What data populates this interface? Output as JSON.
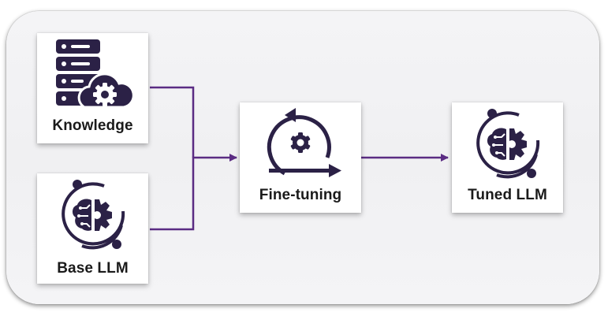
{
  "diagram": {
    "nodes": {
      "knowledge": {
        "label": "Knowledge",
        "icon": "database-gear-icon"
      },
      "base_llm": {
        "label": "Base LLM",
        "icon": "brain-gear-icon"
      },
      "fine_tuning": {
        "label": "Fine-tuning",
        "icon": "cycle-gear-arrow-icon"
      },
      "tuned_llm": {
        "label": "Tuned LLM",
        "icon": "brain-gear-icon"
      }
    },
    "edges": [
      {
        "from": "knowledge",
        "to": "fine_tuning"
      },
      {
        "from": "base_llm",
        "to": "fine_tuning"
      },
      {
        "from": "fine_tuning",
        "to": "tuned_llm"
      }
    ],
    "colors": {
      "icon": "#2b2146",
      "connector": "#5b2c83"
    }
  }
}
